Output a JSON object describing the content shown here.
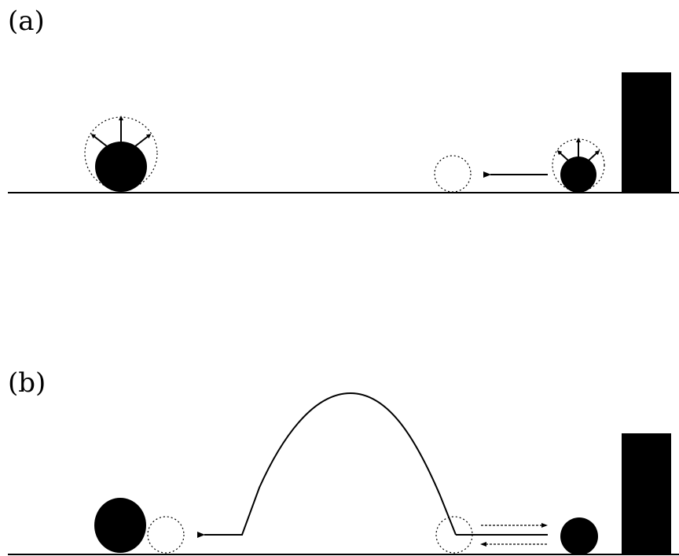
{
  "panels": [
    {
      "id": "a",
      "label": "(a)"
    },
    {
      "id": "b",
      "label": "(b)"
    }
  ],
  "colors": {
    "ink": "#000000",
    "background": "#ffffff"
  }
}
